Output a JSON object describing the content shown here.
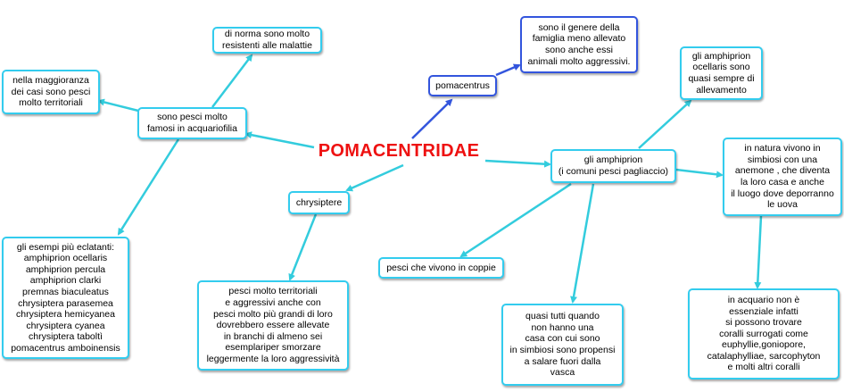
{
  "title": "POMACENTRIDAE",
  "colors": {
    "title": "#ee1111",
    "link_cyan": "#33ccdd",
    "link_blue": "#3355dd"
  },
  "nodes": {
    "malattie": "di norma sono molto\nresistenti alle malattie",
    "territoriali": "nella maggioranza\ndei casi sono pesci\nmolto territoriali",
    "famosi": "sono pesci molto\nfamosi in acquariofilia",
    "esempi": "gli esempi più eclatanti:\namphiprion ocellaris\namphiprion percula\namphiprion clarki\npremnas biaculeatus\nchrysiptera parasemea\nchrysiptera hemicyanea\nchrysiptera cyanea\nchrysiptera taboltì\npomacentrus amboinensis",
    "chrysiptere": "chrysiptere",
    "chrysiptere_desc": "pesci molto territoriali\ne aggressivi anche con\npesci molto più grandi di loro\ndovrebbero essere allevate\nin branchi di almeno sei\nesemplariper smorzare\nleggermente la loro aggressività",
    "pomacentrus": "pomacentrus",
    "pomacentrus_desc": "sono il genere della\nfamiglia meno allevato\nsono anche essi\nanimali molto aggressivi.",
    "amphiprion": "gli amphiprion\n(i comuni pesci pagliaccio)",
    "ocellaris": "gli amphiprion\nocellaris sono\nquasi sempre di\nallevamento",
    "anemone": "in natura vivono in\nsimbiosi con una\nanemone , che diventa\nla loro casa e anche\nil luogo dove deporranno\nle uova",
    "coppie": "pesci che vivono in coppie",
    "senza_casa": "quasi tutti quando\nnon hanno una\ncasa con cui sono\nin simbiosi sono propensi\na salare fuori dalla\nvasca",
    "acquario": "in acquario non è\nessenziale infatti\nsi possono trovare\ncoralli surrogati come\neuphyllie,goniopore,\ncatalaphylliae, sarcophyton\ne molti altri coralli"
  }
}
